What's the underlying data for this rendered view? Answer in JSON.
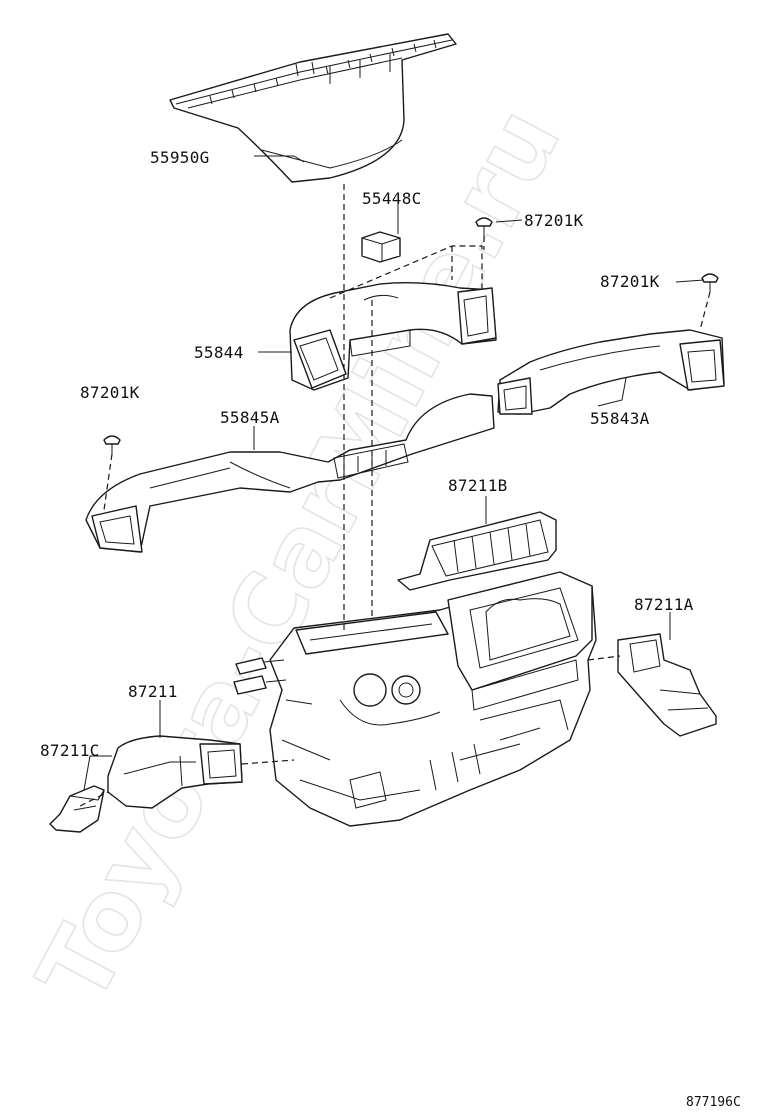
{
  "diagram": {
    "watermark": "Toyota-CarMine.ru",
    "drawing_id": "877196C",
    "parts": {
      "p55950G": "55950G",
      "p55448C": "55448C",
      "p87201K_top": "87201K",
      "p87201K_right": "87201K",
      "p55844": "55844",
      "p87201K_left": "87201K",
      "p55845A": "55845A",
      "p55843A": "55843A",
      "p87211B": "87211B",
      "p87211A": "87211A",
      "p87211": "87211",
      "p87211C": "87211C"
    }
  }
}
